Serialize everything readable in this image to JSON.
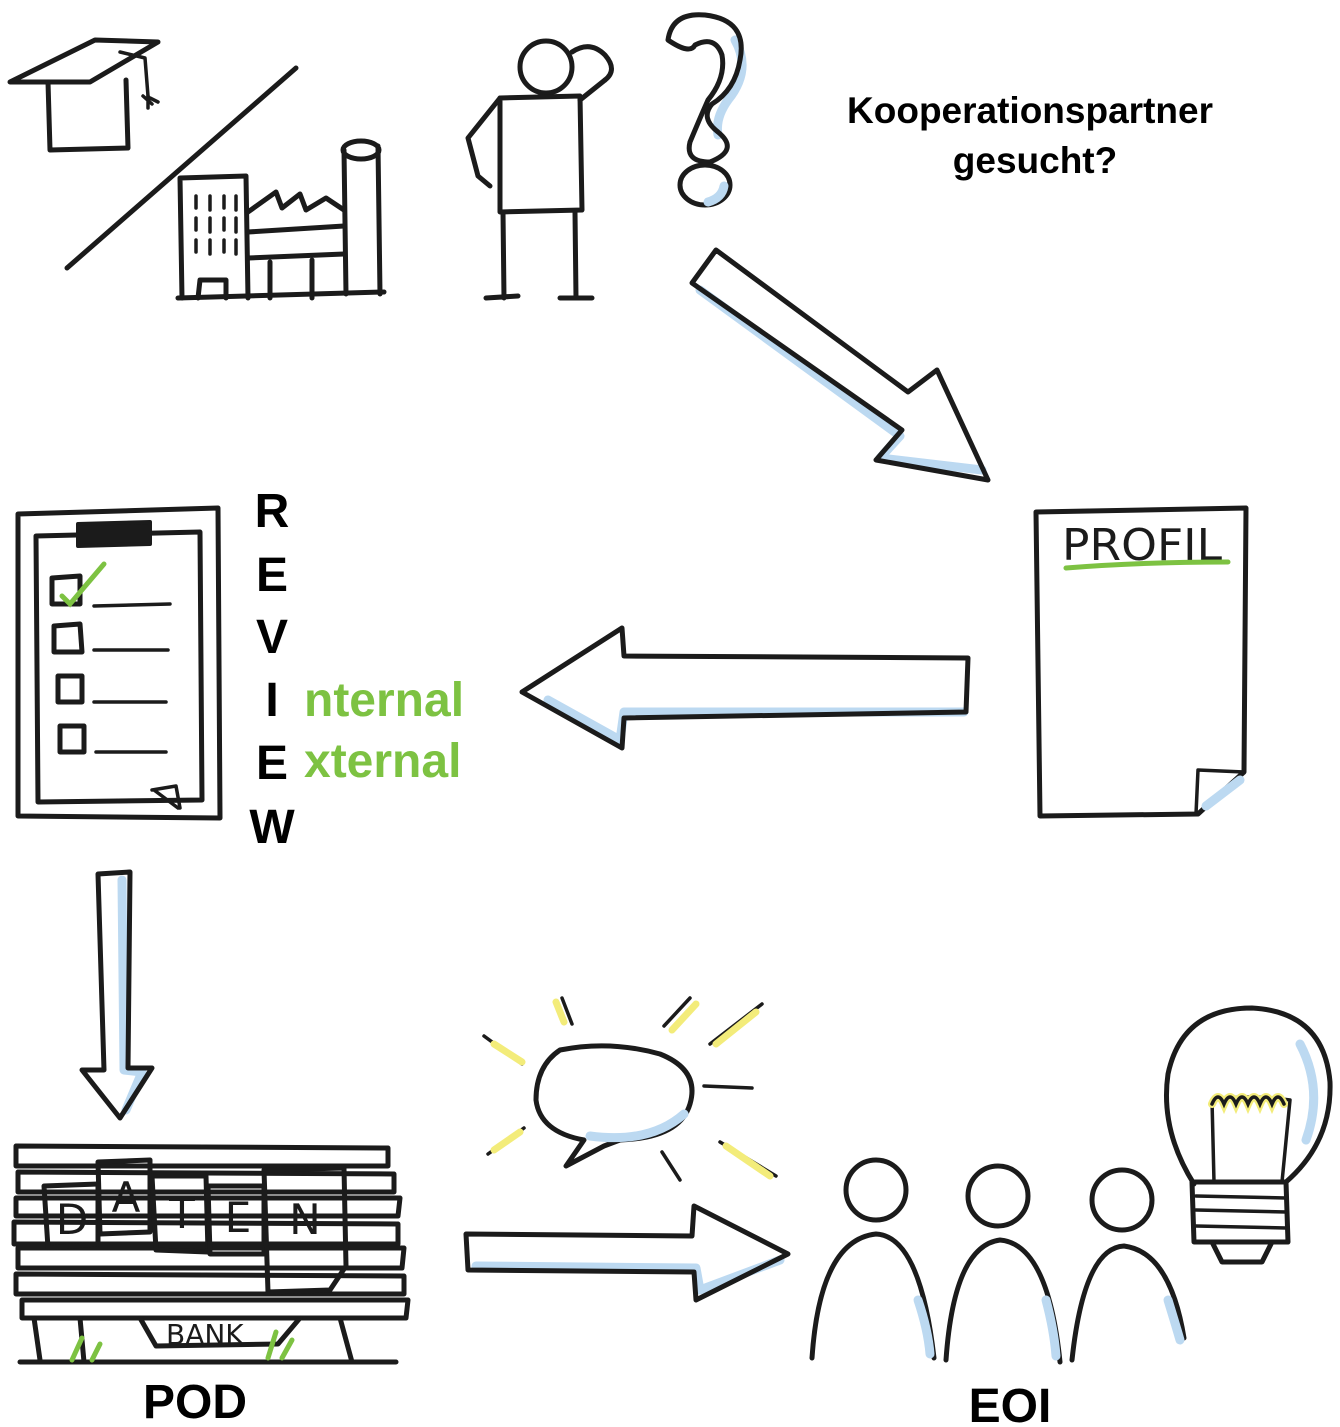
{
  "title": "Kooperationspartner gesucht?",
  "title_lines": [
    "Kooperationspartner",
    "gesucht?"
  ],
  "profile": {
    "label": "PROFIL"
  },
  "review": {
    "letters": [
      "R",
      "E",
      "V",
      "I",
      "E",
      "W"
    ],
    "internal_suffix": "nternal",
    "external_suffix": "xternal"
  },
  "database": {
    "letters": [
      "D",
      "A",
      "T",
      "E",
      "N"
    ],
    "bench_label": "BANK",
    "caption": "POD"
  },
  "eoi": {
    "caption": "EOI"
  },
  "colors": {
    "ink": "#1b1b1b",
    "shade_blue": "#bcd9f1",
    "accent_green": "#7dc242",
    "glow_yellow": "#f3ec7a"
  }
}
